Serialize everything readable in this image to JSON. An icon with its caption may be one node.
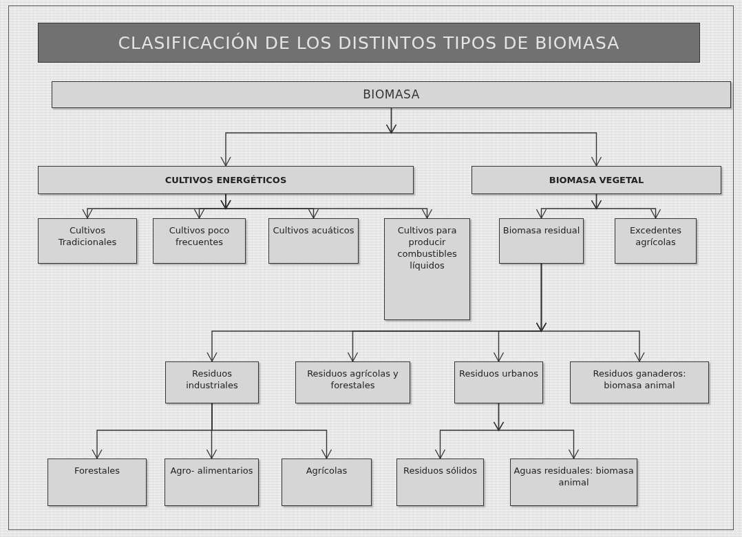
{
  "diagram": {
    "title": "CLASIFICACIÓN DE LOS DISTINTOS TIPOS DE BIOMASA",
    "nodes": [
      {
        "text": [
          "BIOMASA"
        ]
      },
      {
        "text": [
          "CULTIVOS ENERGÉTICOS"
        ]
      },
      {
        "text": [
          "BIOMASA VEGETAL"
        ]
      },
      {
        "text": [
          "Cultivos Tradicionales"
        ]
      },
      {
        "text": [
          "Cultivos poco frecuentes"
        ]
      },
      {
        "text": [
          "Cultivos acuáticos"
        ]
      },
      {
        "text": [
          "Cultivos para producir combustibles líquidos"
        ]
      },
      {
        "text": [
          "Biomasa residual"
        ]
      },
      {
        "text": [
          "Excedentes agrícolas"
        ]
      },
      {
        "text": [
          "Residuos industriales"
        ]
      },
      {
        "text": [
          "Residuos agrícolas y forestales"
        ]
      },
      {
        "text": [
          "Residuos urbanos"
        ]
      },
      {
        "text": [
          "Residuos ganaderos: biomasa animal"
        ]
      },
      {
        "text": [
          "Forestales"
        ]
      },
      {
        "text": [
          "Agro- alimentarios"
        ]
      },
      {
        "text": [
          "Agrícolas"
        ]
      },
      {
        "text": [
          "Residuos sólidos"
        ]
      },
      {
        "text": [
          "Aguas residuales: biomasa animal"
        ]
      }
    ],
    "edges": [
      {
        "from": 0,
        "to": 1,
        "arrow": "to"
      },
      {
        "from": 0,
        "to": 2,
        "arrow": "to"
      },
      {
        "from": 1,
        "to": 3,
        "arrow": "to"
      },
      {
        "from": 1,
        "to": 4,
        "arrow": "to"
      },
      {
        "from": 1,
        "to": 5,
        "arrow": "to"
      },
      {
        "from": 1,
        "to": 6,
        "arrow": "to"
      },
      {
        "from": 2,
        "to": 7,
        "arrow": "to"
      },
      {
        "from": 2,
        "to": 8,
        "arrow": "to"
      },
      {
        "from": 7,
        "to": 9,
        "arrow": "to"
      },
      {
        "from": 7,
        "to": 10,
        "arrow": "to"
      },
      {
        "from": 7,
        "to": 11,
        "arrow": "to"
      },
      {
        "from": 7,
        "to": 12,
        "arrow": "to"
      },
      {
        "from": 9,
        "to": 13,
        "arrow": "to"
      },
      {
        "from": 9,
        "to": 14,
        "arrow": "to"
      },
      {
        "from": 9,
        "to": 15,
        "arrow": "to"
      },
      {
        "from": 11,
        "to": 16,
        "arrow": "to"
      },
      {
        "from": 11,
        "to": 17,
        "arrow": "to"
      }
    ]
  }
}
